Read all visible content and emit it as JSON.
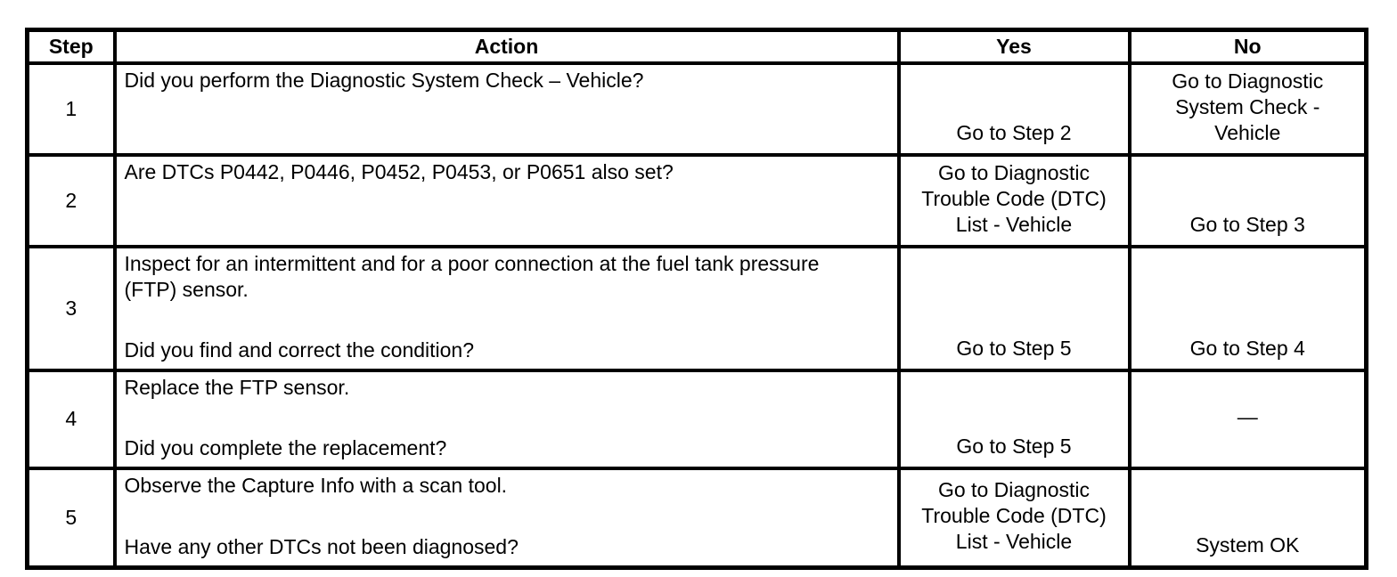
{
  "colors": {
    "border": "#000000",
    "background": "#ffffff",
    "text": "#000000"
  },
  "table": {
    "headers": {
      "step": "Step",
      "action": "Action",
      "yes": "Yes",
      "no": "No"
    },
    "rows": [
      {
        "step": "1",
        "action_1": "Did you perform the Diagnostic System Check – Vehicle?",
        "action_2": "",
        "yes": "Go to Step 2",
        "no": "Go to Diagnostic\nSystem Check -\nVehicle"
      },
      {
        "step": "2",
        "action_1": "Are DTCs P0442, P0446, P0452, P0453, or P0651 also set?",
        "action_2": "",
        "yes": "Go to Diagnostic\nTrouble Code (DTC)\nList - Vehicle",
        "no": "Go to Step 3"
      },
      {
        "step": "3",
        "action_1": "Inspect for an intermittent and for a poor connection at the fuel tank pressure\n(FTP) sensor.",
        "action_2": "Did you find and correct the condition?",
        "yes": "Go to Step 5",
        "no": "Go to Step 4"
      },
      {
        "step": "4",
        "action_1": "Replace the FTP sensor.",
        "action_2": "Did you complete the replacement?",
        "yes": "Go to Step 5",
        "no": "—"
      },
      {
        "step": "5",
        "action_1": "Observe the Capture Info with a scan tool.",
        "action_2": "Have any other DTCs not been diagnosed?",
        "yes": "Go to Diagnostic\nTrouble Code (DTC)\nList - Vehicle",
        "no": "System OK"
      }
    ]
  }
}
